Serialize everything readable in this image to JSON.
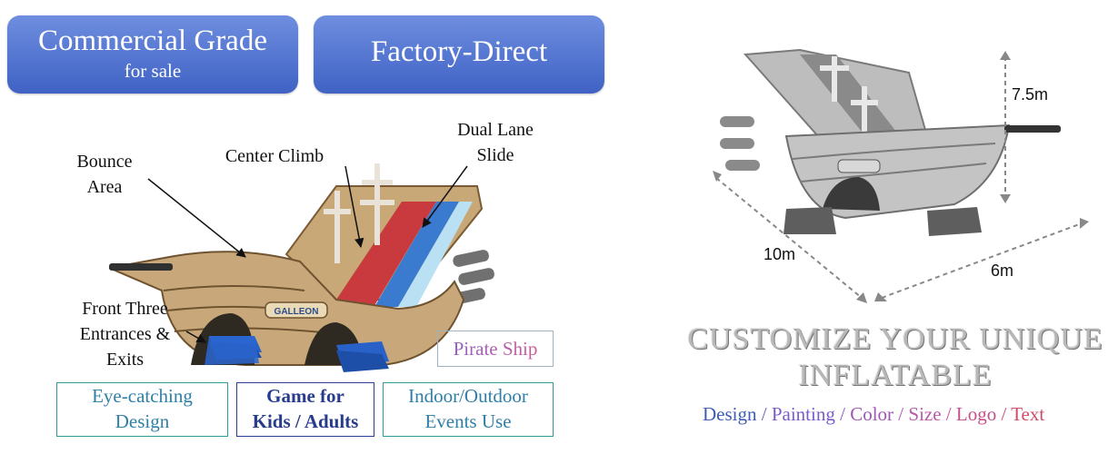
{
  "badges": {
    "commercial_main": "Commercial Grade",
    "commercial_sub": "for sale",
    "factory": "Factory-Direct"
  },
  "callouts": {
    "bounce_line1": "Bounce",
    "bounce_line2": "Area",
    "center_climb": "Center Climb",
    "dual_line1": "Dual Lane",
    "dual_line2": "Slide",
    "front_line1": "Front Three",
    "front_line2": "Entrances &",
    "front_line3": "Exits"
  },
  "product_label": "Pirate Ship",
  "ship_sign": "GALLEON",
  "features": {
    "eye_line1": "Eye-catching",
    "eye_line2": "Design",
    "game_line1": "Game for",
    "game_line2": "Kids / Adults",
    "indoor_line1": "Indoor/Outdoor",
    "indoor_line2": "Events Use"
  },
  "dimensions": {
    "height": "7.5m",
    "length": "10m",
    "width": "6m"
  },
  "customize": {
    "line1": "CUSTOMIZE YOUR UNIQUE",
    "line2": "INFLATABLE"
  },
  "options": {
    "design": "Design",
    "painting": "Painting",
    "color": "Color",
    "size": "Size",
    "logo": "Logo",
    "text": "Text",
    "separator": " / "
  },
  "colors": {
    "badge_blue": "#4a6cc8",
    "design": "#3c5db8",
    "painting": "#7a5bc8",
    "color": "#a056b8",
    "size": "#b85aa8",
    "logo": "#c8508a",
    "text": "#d04a6a"
  }
}
